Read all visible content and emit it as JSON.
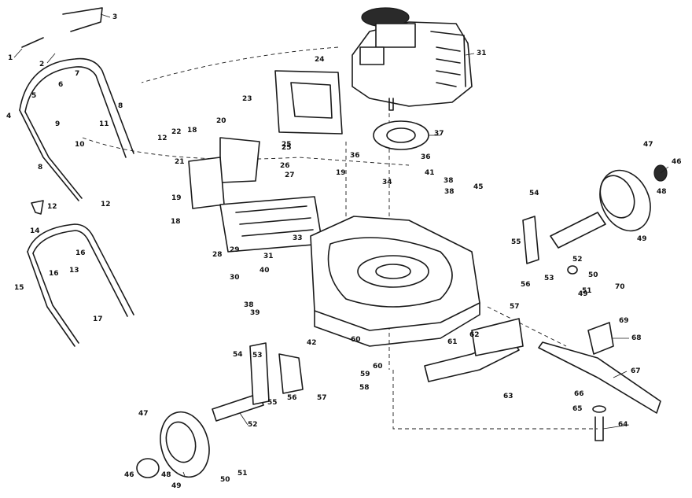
{
  "callouts": [
    {
      "n": "1"
    },
    {
      "n": "2"
    },
    {
      "n": "3"
    },
    {
      "n": "4"
    },
    {
      "n": "5"
    },
    {
      "n": "6"
    },
    {
      "n": "7"
    },
    {
      "n": "8"
    },
    {
      "n": "8"
    },
    {
      "n": "9"
    },
    {
      "n": "10"
    },
    {
      "n": "11"
    },
    {
      "n": "12"
    },
    {
      "n": "12"
    },
    {
      "n": "13"
    },
    {
      "n": "14"
    },
    {
      "n": "15"
    },
    {
      "n": "16"
    },
    {
      "n": "16"
    },
    {
      "n": "17"
    },
    {
      "n": "18"
    },
    {
      "n": "18"
    },
    {
      "n": "19"
    },
    {
      "n": "19"
    },
    {
      "n": "20"
    },
    {
      "n": "21"
    },
    {
      "n": "22"
    },
    {
      "n": "23"
    },
    {
      "n": "24"
    },
    {
      "n": "25"
    },
    {
      "n": "26"
    },
    {
      "n": "27"
    },
    {
      "n": "28"
    },
    {
      "n": "29"
    },
    {
      "n": "30"
    },
    {
      "n": "31"
    },
    {
      "n": "31"
    },
    {
      "n": "33"
    },
    {
      "n": "34"
    },
    {
      "n": "36"
    },
    {
      "n": "36"
    },
    {
      "n": "37"
    },
    {
      "n": "38"
    },
    {
      "n": "38"
    },
    {
      "n": "38"
    },
    {
      "n": "39"
    },
    {
      "n": "40"
    },
    {
      "n": "41"
    },
    {
      "n": "42"
    },
    {
      "n": "45"
    },
    {
      "n": "46"
    },
    {
      "n": "46"
    },
    {
      "n": "47"
    },
    {
      "n": "47"
    },
    {
      "n": "48"
    },
    {
      "n": "48"
    },
    {
      "n": "49"
    },
    {
      "n": "49"
    },
    {
      "n": "49"
    },
    {
      "n": "50"
    },
    {
      "n": "50"
    },
    {
      "n": "51"
    },
    {
      "n": "51"
    },
    {
      "n": "52"
    },
    {
      "n": "52"
    },
    {
      "n": "53"
    },
    {
      "n": "53"
    },
    {
      "n": "54"
    },
    {
      "n": "54"
    },
    {
      "n": "55"
    },
    {
      "n": "55"
    },
    {
      "n": "56"
    },
    {
      "n": "56"
    },
    {
      "n": "57"
    },
    {
      "n": "57"
    },
    {
      "n": "58"
    },
    {
      "n": "59"
    },
    {
      "n": "60"
    },
    {
      "n": "60"
    },
    {
      "n": "61"
    },
    {
      "n": "62"
    },
    {
      "n": "63"
    },
    {
      "n": "64"
    },
    {
      "n": "65"
    },
    {
      "n": "66"
    },
    {
      "n": "67"
    },
    {
      "n": "68"
    },
    {
      "n": "69"
    },
    {
      "n": "70"
    },
    {
      "n": "12"
    },
    {
      "n": "25"
    }
  ]
}
